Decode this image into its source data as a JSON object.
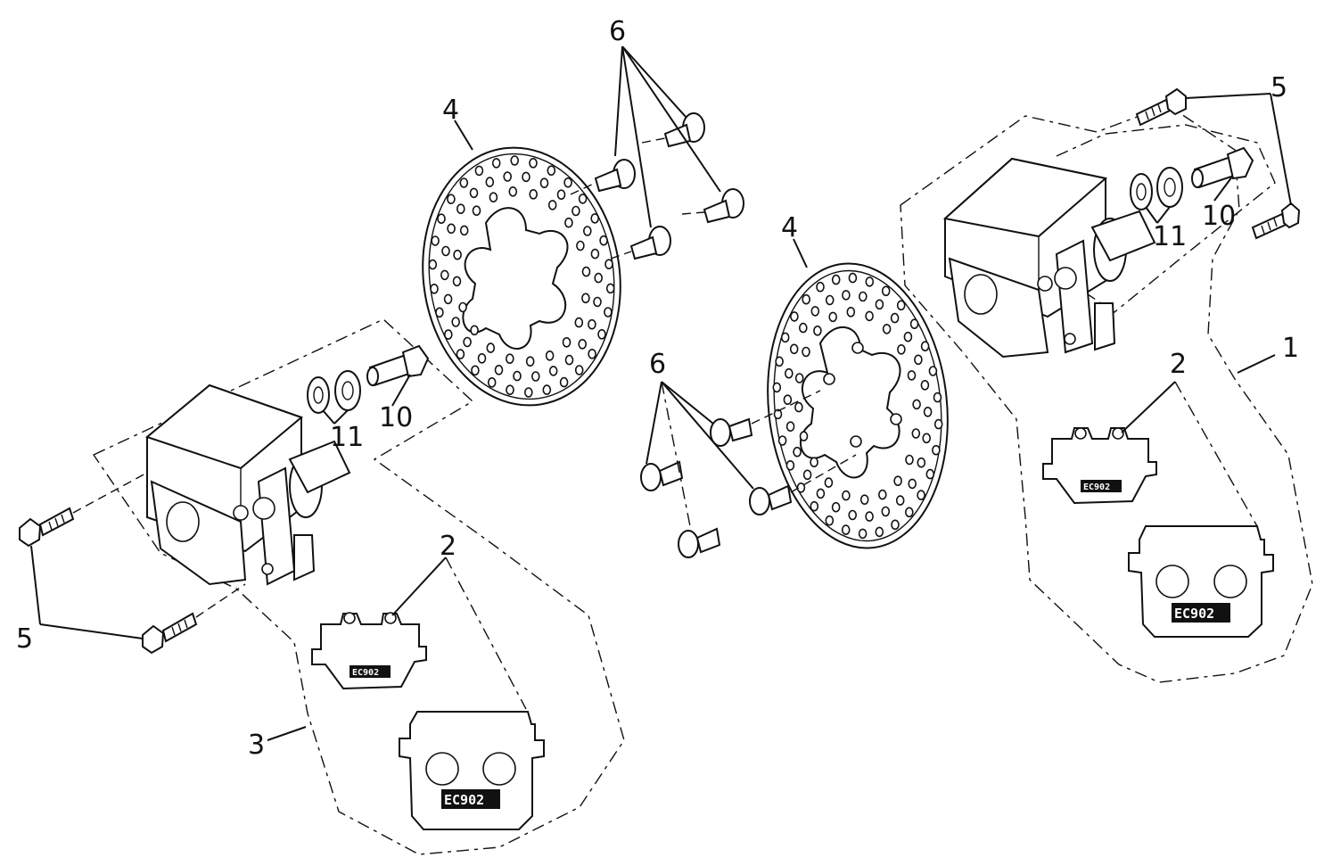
{
  "labels": {
    "caliper_right_assembly": "1",
    "pad": "2",
    "caliper_left_assembly": "3",
    "disc": "4",
    "bolt": "5",
    "disc_screw": "6",
    "pin": "10",
    "washer": "11"
  },
  "pad_code": "EC902",
  "colors": {
    "line": "#111111",
    "background": "#ffffff"
  }
}
